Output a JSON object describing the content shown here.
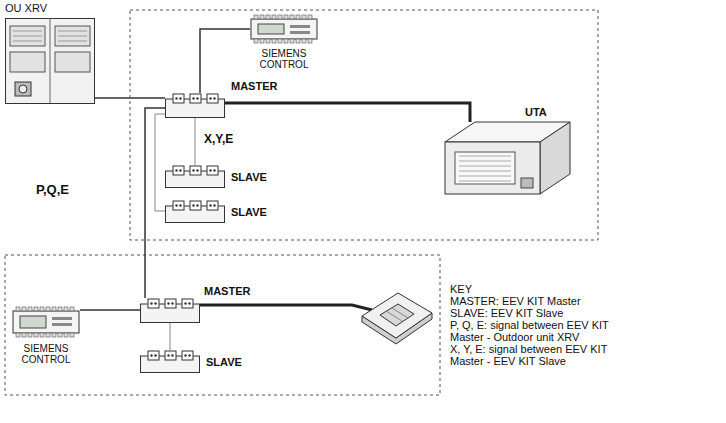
{
  "diagram": {
    "nodes": [
      {
        "text": [
          "OU XRV"
        ]
      },
      {
        "text": [
          "SIEMENS CONTROL"
        ]
      },
      {
        "text": [
          "MASTER"
        ]
      },
      {
        "text": [
          "UTA"
        ]
      },
      {
        "text": [
          "SLAVE"
        ]
      },
      {
        "text": [
          "SLAVE"
        ]
      },
      {
        "text": [
          "SIEMENS CONTROL"
        ]
      },
      {
        "text": [
          "MASTER"
        ]
      },
      {
        "text": [
          "SLAVE"
        ]
      }
    ],
    "edges": [
      {
        "from": 0,
        "to": 2,
        "arrow": "none"
      },
      {
        "from": 1,
        "to": 2,
        "arrow": "none"
      },
      {
        "from": 2,
        "to": 3,
        "arrow": "none"
      },
      {
        "from": 2,
        "to": 4,
        "label": "X,Y,E",
        "arrow": "none"
      },
      {
        "from": 2,
        "to": 5,
        "arrow": "none"
      },
      {
        "from": 2,
        "to": 7,
        "arrow": "none"
      },
      {
        "from": 6,
        "to": 7,
        "arrow": "none"
      },
      {
        "from": 7,
        "to": 8,
        "arrow": "none"
      }
    ],
    "labels": [
      "P,Q,E",
      "KEY",
      "MASTER: EEV KIT Master",
      "SLAVE: EEV KIT Slave",
      "P, Q, E: signal between EEV KIT Master - Outdoor unit XRV",
      "X, Y, E: signal between EEV KIT Master - EEV KIT Slave"
    ]
  }
}
